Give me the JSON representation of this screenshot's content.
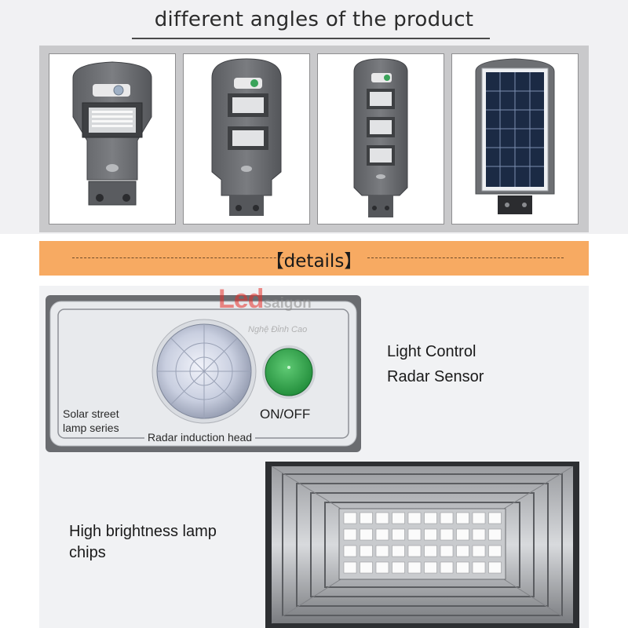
{
  "angles_section": {
    "title": "different angles of the product",
    "views": [
      {
        "name": "front-view-one-module"
      },
      {
        "name": "front-view-two-modules"
      },
      {
        "name": "front-view-three-modules"
      },
      {
        "name": "back-view-solar-panel"
      }
    ]
  },
  "details_section": {
    "label": "【details】"
  },
  "sensor_panel": {
    "plate_text_line1": "Solar street",
    "plate_text_line2": "lamp series",
    "head_label": "Radar induction head",
    "button_label": "ON/OFF",
    "feature_line1": "Light Control",
    "feature_line2": "Radar Sensor"
  },
  "chips_panel": {
    "feature_line1": "High brightness lamp",
    "feature_line2": "chips"
  },
  "watermark": {
    "brand_main": "Led",
    "brand_sub": "saigon",
    "slogan": "Nghệ Đỉnh Cao"
  },
  "colors": {
    "title_band": "#f1f1f3",
    "details_bar": "#f7aa62",
    "button_green": "#2e9b45",
    "watermark_red": "#e7302a"
  }
}
